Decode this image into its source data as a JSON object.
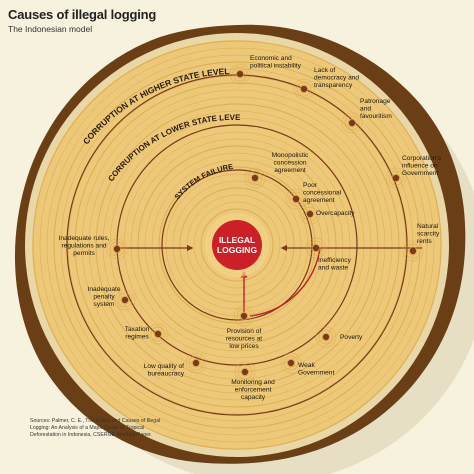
{
  "title": "Causes of illegal logging",
  "subtitle": "The Indonesian model",
  "center": {
    "line1": "ILLEGAL",
    "line2": "LOGGING"
  },
  "ring_labels": {
    "higher": "CORRUPTION AT HIGHER STATE LEVEL",
    "lower": "CORRUPTION AT LOWER STATE LEVEL",
    "system": "SYSTEM FAILURE"
  },
  "nodes": [
    {
      "id": "economic",
      "lines": [
        "Economic and",
        "political instability"
      ]
    },
    {
      "id": "democracy",
      "lines": [
        "Lack of",
        "democracy and",
        "transparency"
      ]
    },
    {
      "id": "patronage",
      "lines": [
        "Patronage",
        "and",
        "favouritism"
      ]
    },
    {
      "id": "corporation",
      "lines": [
        "Corporation's",
        "influence on",
        "Government"
      ]
    },
    {
      "id": "scarcity",
      "lines": [
        "Natural",
        "scarcity",
        "rents"
      ]
    },
    {
      "id": "poverty",
      "lines": [
        "Poverty"
      ]
    },
    {
      "id": "weak",
      "lines": [
        "Weak",
        "Government"
      ]
    },
    {
      "id": "monitoring",
      "lines": [
        "Monitoring and",
        "enforcement",
        "capacity"
      ]
    },
    {
      "id": "bureaucracy",
      "lines": [
        "Low quality of",
        "bureaucracy"
      ]
    },
    {
      "id": "taxation",
      "lines": [
        "Taxation",
        "regimes"
      ]
    },
    {
      "id": "penalty",
      "lines": [
        "Inadequate",
        "penalty",
        "system"
      ]
    },
    {
      "id": "rules",
      "lines": [
        "Inadequate rules,",
        "regulations and",
        "permits"
      ]
    },
    {
      "id": "monopolistic",
      "lines": [
        "Monopolistic",
        "concession",
        "agreement"
      ]
    },
    {
      "id": "poor",
      "lines": [
        "Poor",
        "concessional",
        "agreement"
      ]
    },
    {
      "id": "overcapacity",
      "lines": [
        "Overcapacity"
      ]
    },
    {
      "id": "inefficiency",
      "lines": [
        "Inefficiency",
        "and waste"
      ]
    },
    {
      "id": "provision",
      "lines": [
        "Provision of",
        "resources at",
        "low prices"
      ]
    }
  ],
  "sources": [
    "Sources: Palmer, C. E., The Extent and Causes of Illegal",
    "Logging: An Analysis of a Major Cause of Tropical",
    "Deforestation in Indonesia, CSERGE Working Paper."
  ],
  "colors": {
    "background": "#f7f2de",
    "bark": "#6b3f16",
    "wood": "#ecc878",
    "ring": "#d9ad52",
    "line": "#7a3a18",
    "node": "#d8a14a",
    "center": "#cc1f26",
    "arrow_red": "#c41e24"
  }
}
